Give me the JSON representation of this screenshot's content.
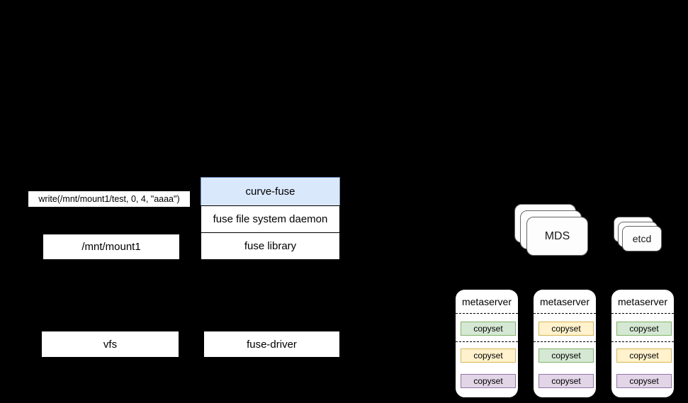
{
  "client": {
    "write_call": "write(/mnt/mount1/test, 0, 4, \"aaaa\")",
    "mount_point": "/mnt/mount1",
    "vfs": "vfs"
  },
  "fuse_stack": {
    "curve_fuse": "curve-fuse",
    "daemon": "fuse file system daemon",
    "library": "fuse library"
  },
  "kernel": {
    "fuse_driver": "fuse-driver"
  },
  "cluster": {
    "mds": "MDS",
    "etcd": "etcd",
    "metaservers": [
      {
        "title": "metaserver",
        "copysets": [
          {
            "label": "copyset",
            "color": "green"
          },
          {
            "label": "copyset",
            "color": "yellow"
          },
          {
            "label": "copyset",
            "color": "purple"
          }
        ]
      },
      {
        "title": "metaserver",
        "copysets": [
          {
            "label": "copyset",
            "color": "yellow"
          },
          {
            "label": "copyset",
            "color": "green"
          },
          {
            "label": "copyset",
            "color": "purple"
          }
        ]
      },
      {
        "title": "metaserver",
        "copysets": [
          {
            "label": "copyset",
            "color": "green"
          },
          {
            "label": "copyset",
            "color": "yellow"
          },
          {
            "label": "copyset",
            "color": "purple"
          }
        ]
      }
    ]
  },
  "colors": {
    "background": "#000000",
    "blue_fill": "#dae8fc",
    "blue_stroke": "#6c8ebf",
    "green_fill": "#d5e8d4",
    "green_stroke": "#82b366",
    "yellow_fill": "#fff2cc",
    "yellow_stroke": "#d6b656",
    "purple_fill": "#e1d5e7",
    "purple_stroke": "#9673a6",
    "card_stroke": "#666666",
    "box_fill": "#ffffff"
  }
}
